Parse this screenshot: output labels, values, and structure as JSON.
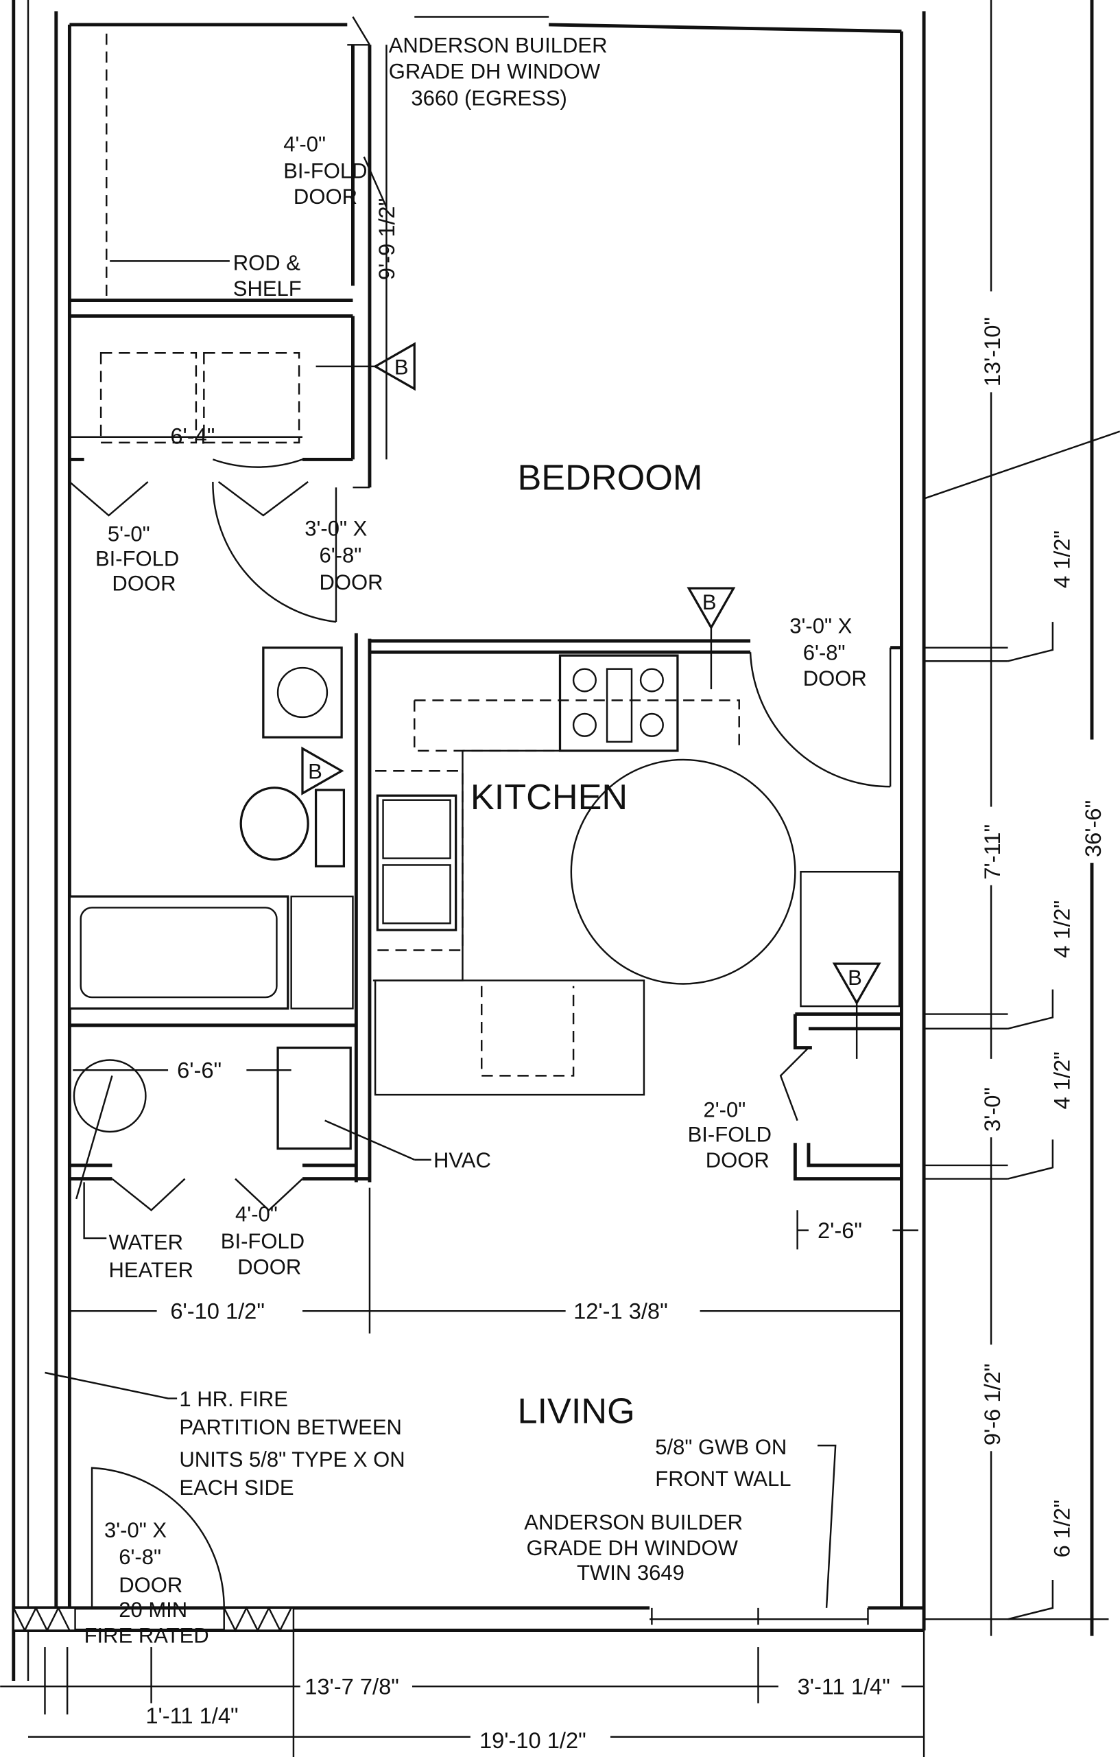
{
  "rooms": {
    "bedroom": "BEDROOM",
    "kitchen": "KITCHEN",
    "living": "LIVING"
  },
  "notes": {
    "egress_window": [
      "ANDERSON BUILDER",
      "GRADE DH WINDOW",
      "3660 (EGRESS)"
    ],
    "bifold_4_top": [
      "4'-0\"",
      "BI-FOLD",
      "DOOR"
    ],
    "rod_shelf": [
      "ROD &",
      "SHELF"
    ],
    "bifold_5": [
      "5'-0\"",
      "BI-FOLD",
      "DOOR"
    ],
    "door_bedroom": [
      "3'-0\" X",
      "6'-8\"",
      "DOOR"
    ],
    "door_kitchen": [
      "3'-0\" X",
      "6'-8\"",
      "DOOR"
    ],
    "bifold_2": [
      "2'-0\"",
      "BI-FOLD",
      "DOOR"
    ],
    "hvac": "HVAC",
    "water_heater": [
      "WATER",
      "HEATER"
    ],
    "bifold_4_bottom": [
      "4'-0\"",
      "BI-FOLD",
      "DOOR"
    ],
    "fire_partition": [
      "1 HR. FIRE",
      "PARTITION BETWEEN",
      "UNITS 5/8\" TYPE X ON",
      "EACH SIDE"
    ],
    "gwb": [
      "5/8\" GWB ON",
      "FRONT WALL"
    ],
    "front_window": [
      "ANDERSON BUILDER",
      "GRADE DH WINDOW",
      "TWIN 3649"
    ],
    "entry_door": [
      "3'-0\" X",
      "6'-8\"",
      "DOOR",
      "20 MIN",
      "FIRE RATED"
    ],
    "marker": "B"
  },
  "dimensions": {
    "closet_depth": "9'-9 1/2\"",
    "closet_width": "6'-4\"",
    "utility_width": "6'-6\"",
    "left_width": "6'-10 1/2\"",
    "right_width": "12'-1 3/8\"",
    "pantry_width": "2'-6\"",
    "bottom_seg1": "1'-11 1/4\"",
    "bottom_seg2": "13'-7 7/8\"",
    "bottom_seg3": "3'-11 1/4\"",
    "overall_width": "19'-10 1/2\"",
    "right_1": "13'-10\"",
    "right_2": "4 1/2\"",
    "right_3": "7'-11\"",
    "right_4": "4 1/2\"",
    "right_5": "3'-0\"",
    "right_6": "4 1/2\"",
    "right_7": "9'-6 1/2\"",
    "right_8": "6 1/2\"",
    "overall_depth": "36'-6\""
  }
}
